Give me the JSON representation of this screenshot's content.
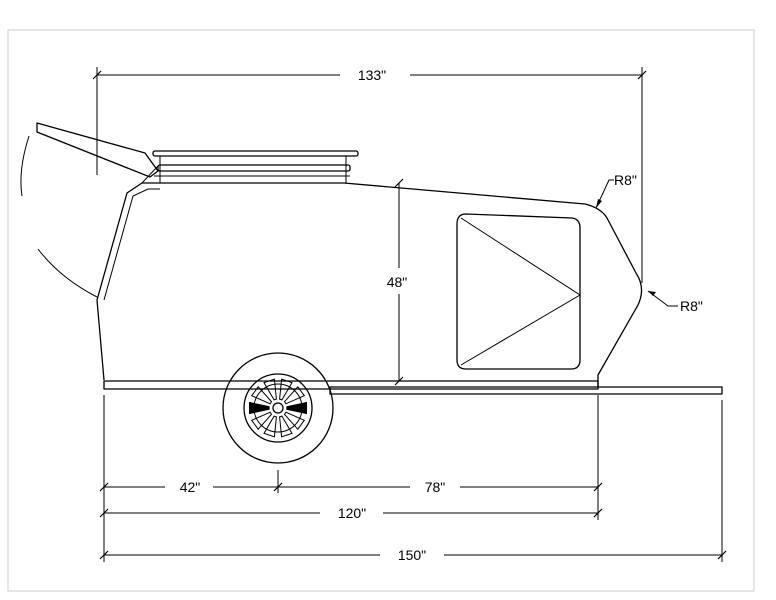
{
  "dimensions": {
    "overall_length_top": "133\"",
    "body_height": "48\"",
    "radius_top": "R8\"",
    "radius_nose": "R8\"",
    "rear_to_axle": "42\"",
    "axle_to_front": "78\"",
    "body_length": "120\"",
    "overall_length": "150\""
  },
  "colors": {
    "line": "#000000",
    "background": "#ffffff",
    "frame": "#cfcfcf"
  }
}
